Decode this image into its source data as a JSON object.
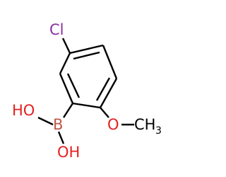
{
  "molecule": {
    "atoms": {
      "chlorine": "Cl",
      "boron": "B",
      "hydroxyl_upper": "HO",
      "hydroxyl_lower": "OH",
      "methoxy_oxygen": "O",
      "methyl_carbon": "CH",
      "methyl_subscript": "3"
    },
    "colors": {
      "chlorine": "#8b2fa0",
      "boron": "#c0584a",
      "oxygen": "#e62020",
      "carbon": "#000000",
      "bond": "#000000"
    }
  }
}
